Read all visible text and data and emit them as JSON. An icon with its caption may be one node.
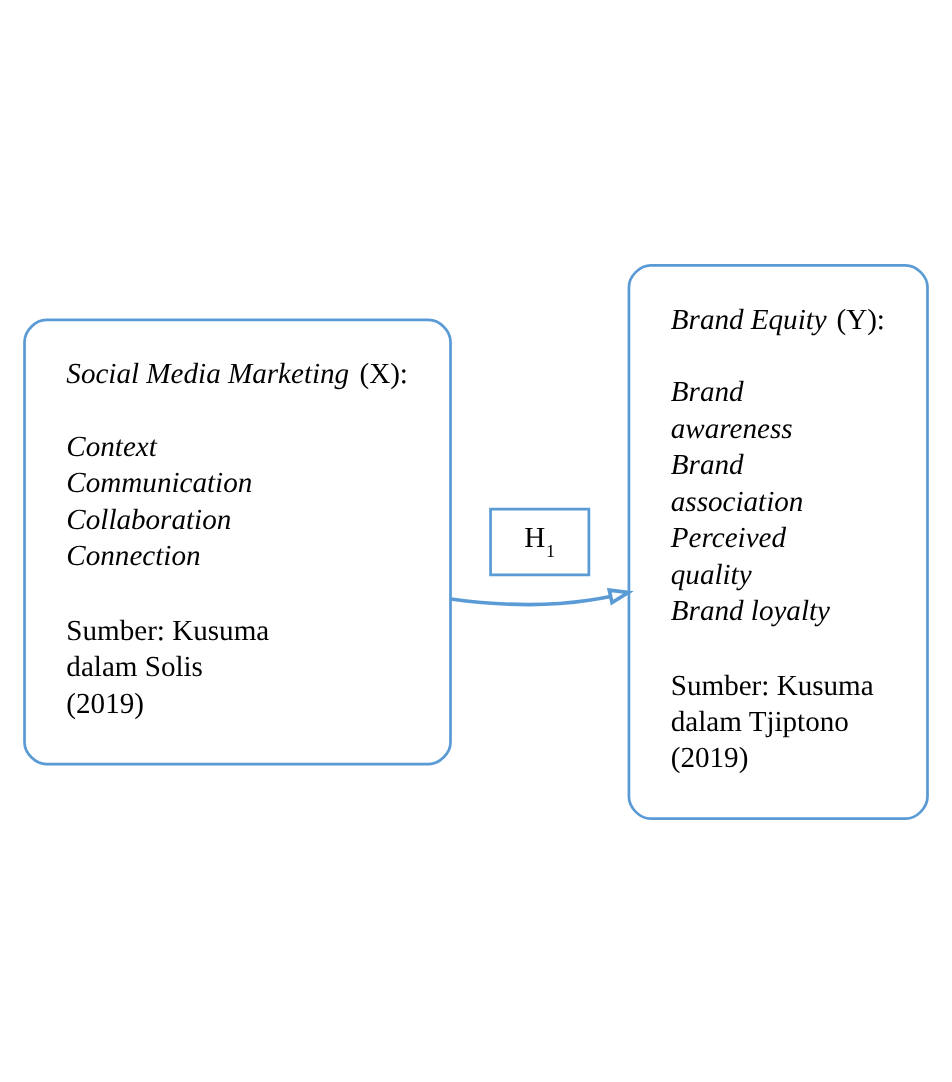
{
  "diagram": {
    "nodes": [
      {
        "text": [
          "*Social Media Marketing* (X):",
          "*Context*",
          "*Communication*",
          "*Collaboration*",
          "*Connection*",
          "Sumber: Kusuma dalam Solis (2019)"
        ]
      },
      {
        "text": [
          "H$_{1}$"
        ]
      },
      {
        "text": [
          "*Brand Equity* (Y):",
          "*Brand awareness*",
          "*Brand association*",
          "*Perceived quality*",
          "*Brand loyalty*",
          "Sumber: Kusuma dalam Tjiptono (2019)"
        ]
      }
    ],
    "edges": [
      {
        "from": 0,
        "to": 2,
        "arrow": "to"
      }
    ]
  }
}
